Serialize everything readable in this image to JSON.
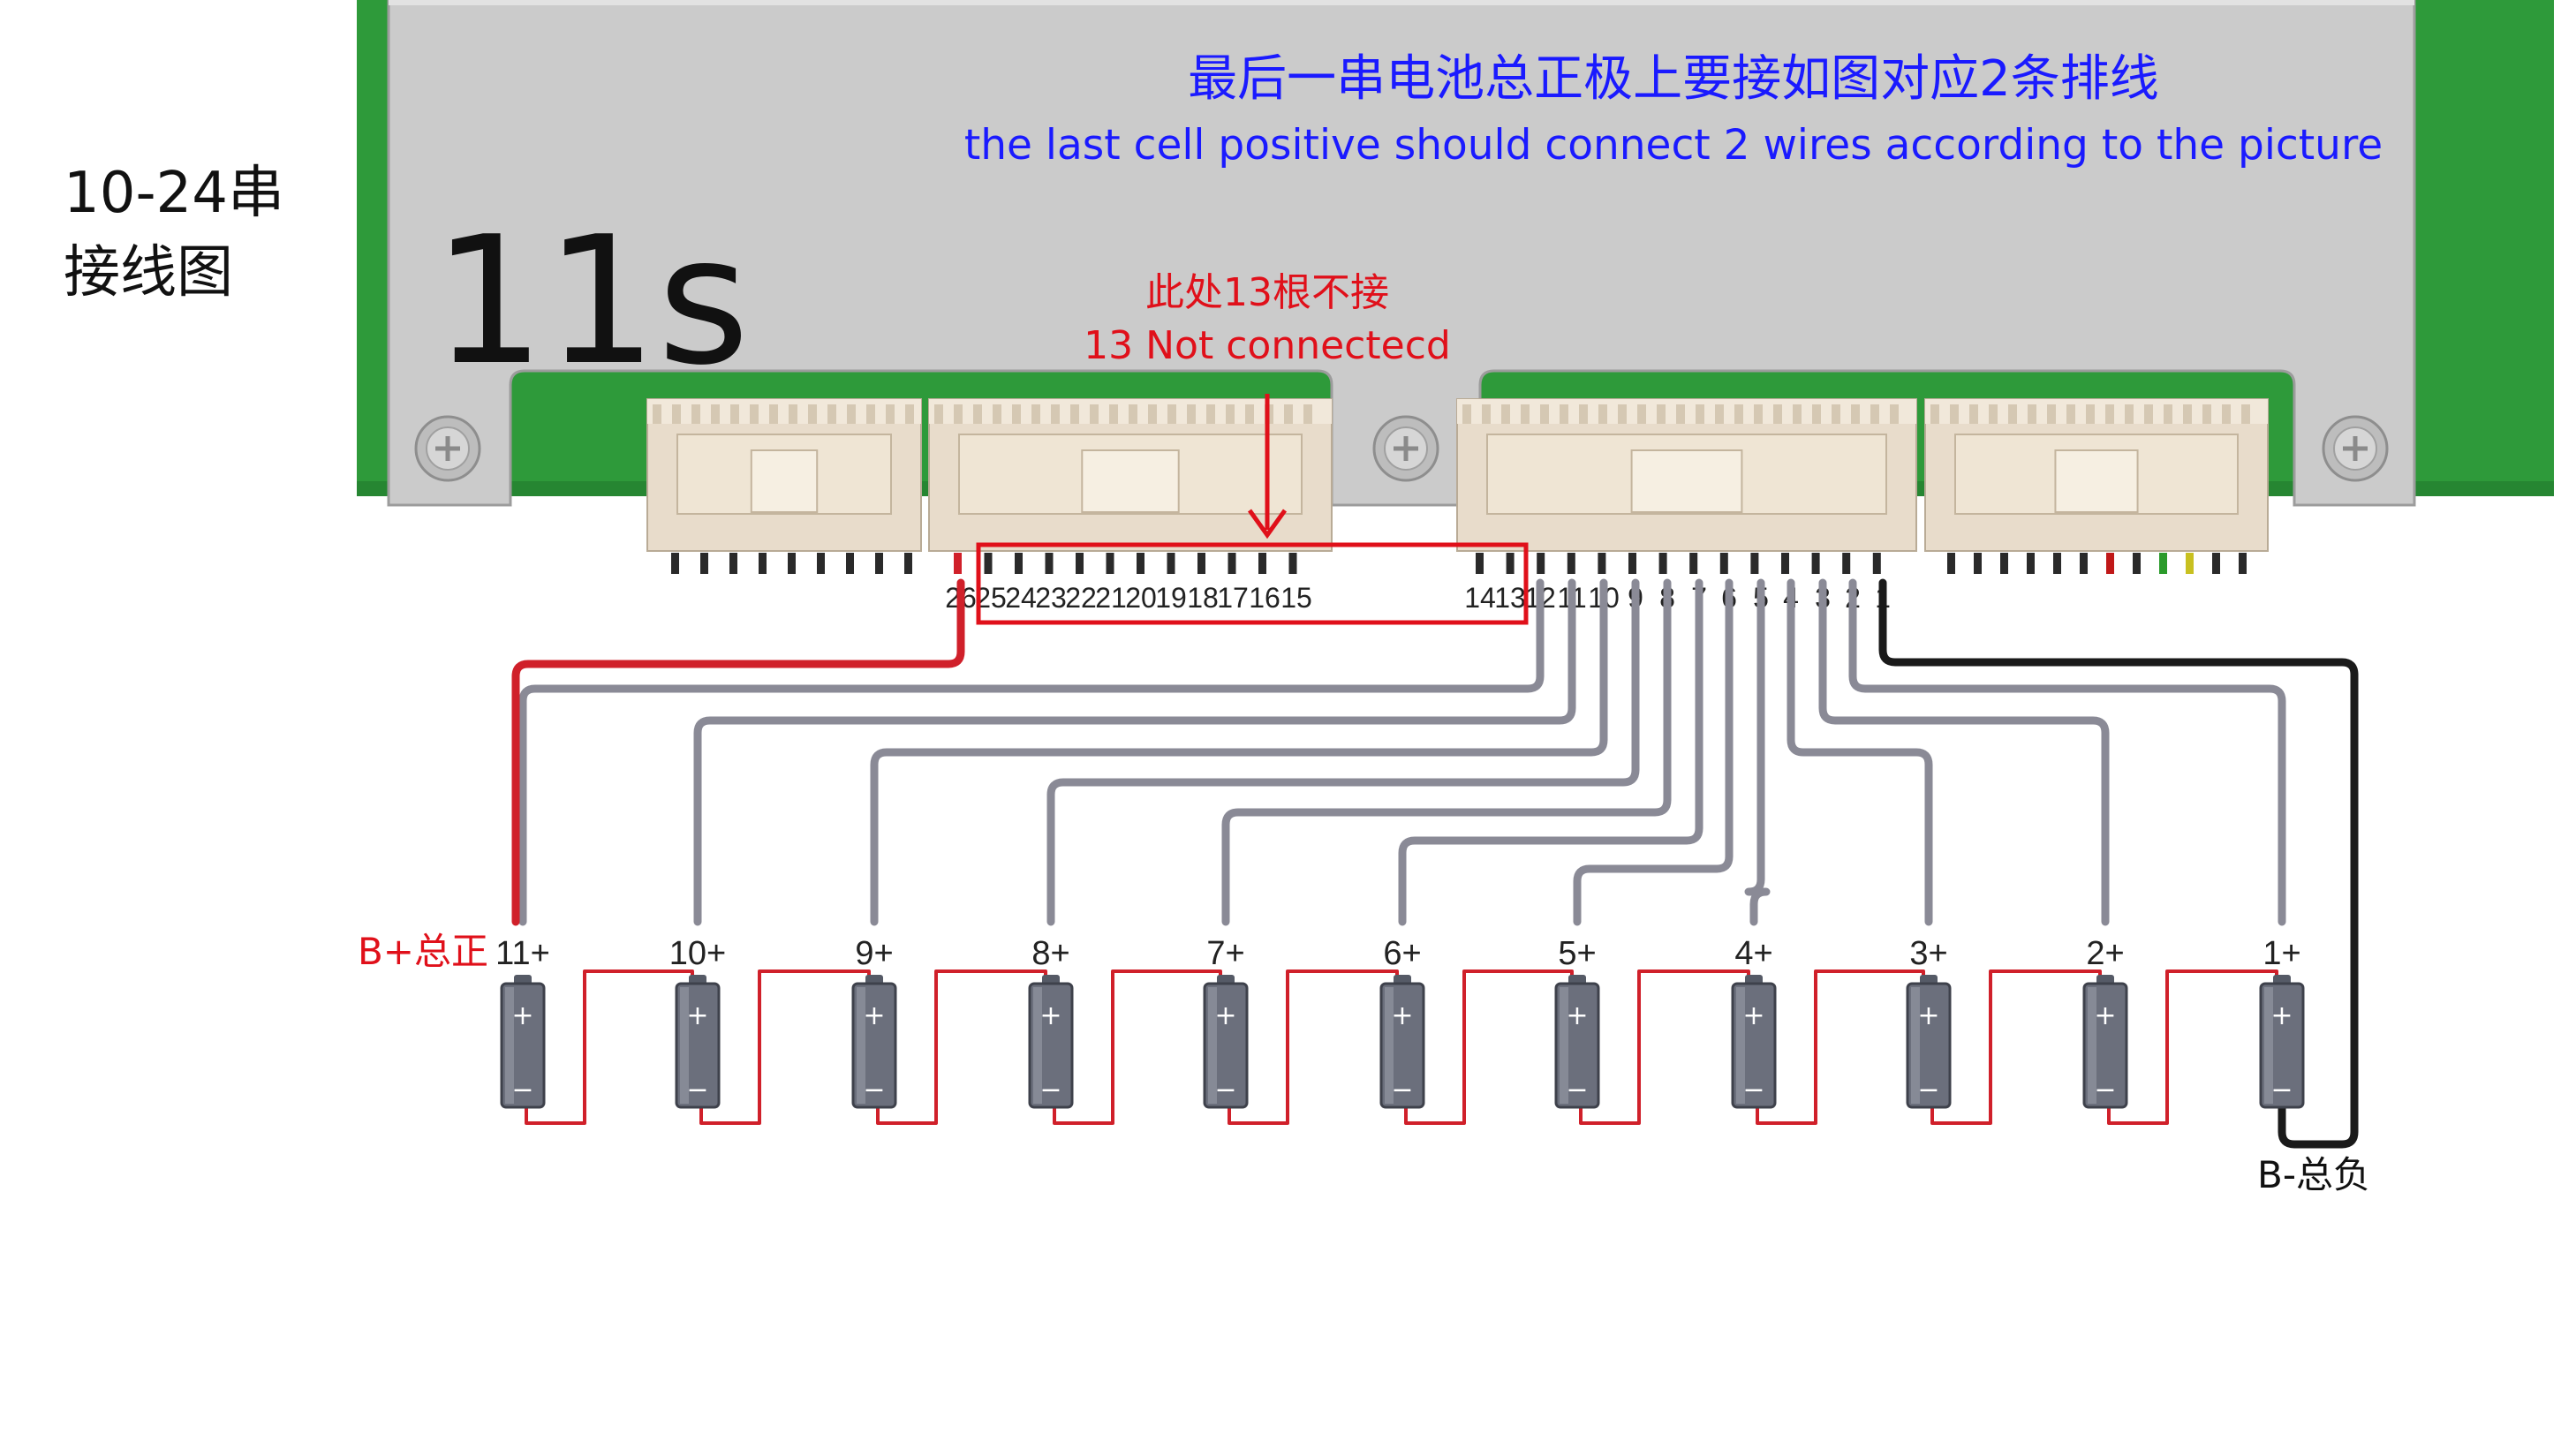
{
  "side_title": [
    "10-24串",
    "接线图"
  ],
  "board": {
    "model_label": "11s",
    "note_cn": "最后一串电池总正极上要接如图对应2条排线",
    "note_en": "the last cell positive should connect 2 wires according to the picture",
    "nc_note_cn": "此处13根不接",
    "nc_note_en": "13 Not connectecd"
  },
  "pins_left": [
    "26",
    "25",
    "24",
    "23",
    "22",
    "21",
    "20",
    "19",
    "18",
    "17",
    "16",
    "15"
  ],
  "pins_right": [
    "14",
    "13",
    "12",
    "11",
    "10",
    "9",
    "8",
    "7",
    "6",
    "5",
    "4",
    "3",
    "2",
    "1"
  ],
  "cells": [
    "11+",
    "10+",
    "9+",
    "8+",
    "7+",
    "6+",
    "5+",
    "4+",
    "3+",
    "2+",
    "1+"
  ],
  "cell_plus": "+",
  "cell_minus": "−",
  "b_plus_label": "B+总正",
  "b_minus_label": "B-总负",
  "colors": {
    "board_green": "#2e9a3a",
    "plate_gray": "#cdcdcd",
    "connector": "#e8dccb",
    "wire_gray": "#8a8a96",
    "wire_red": "#d0202a",
    "wire_black": "#1a1a1a",
    "note_blue": "#1a1aff",
    "note_red": "#e0101a",
    "cell_body": "#6b6f7c"
  }
}
